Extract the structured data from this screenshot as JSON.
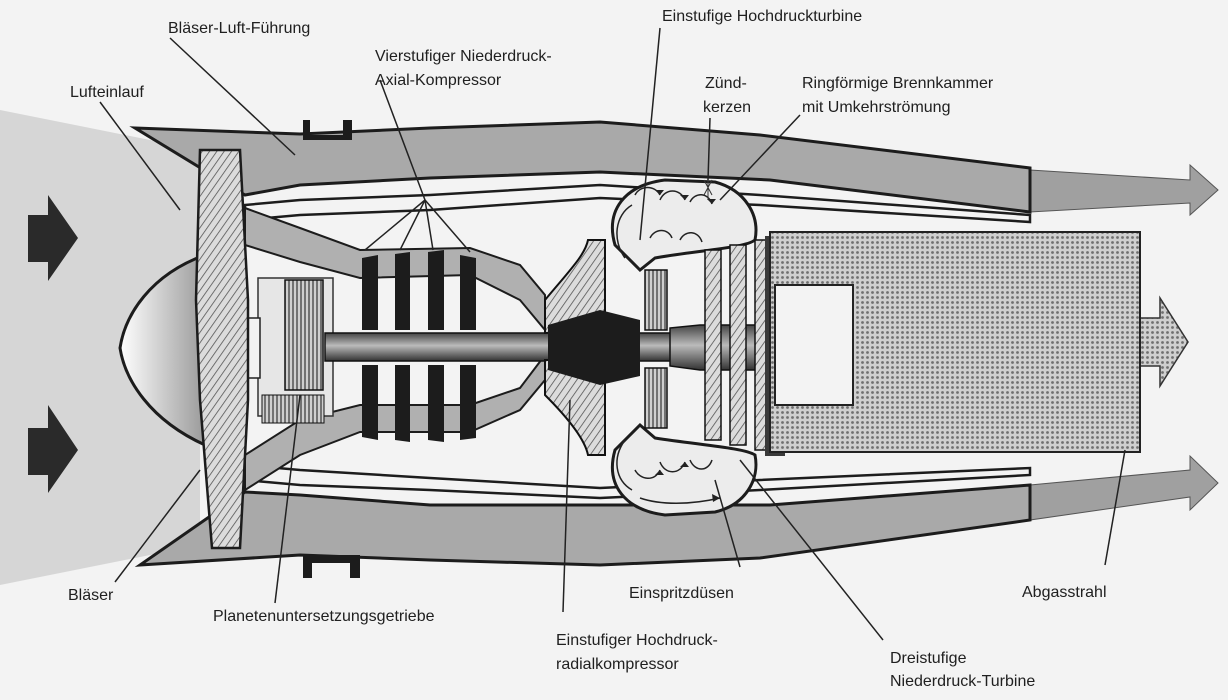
{
  "labels": {
    "fan_air_duct": "Bläser-Luft-Führung",
    "lp_compressor_line1": "Vierstufiger Niederdruck-",
    "lp_compressor_line2": "Axial-Kompressor",
    "hp_turbine": "Einstufige Hochdruckturbine",
    "igniters_line1": "Zünd-",
    "igniters_line2": "kerzen",
    "combustor_line1": "Ringförmige Brennkammer",
    "combustor_line2": "mit Umkehrströmung",
    "air_intake": "Lufteinlauf",
    "fan": "Bläser",
    "planetary_gearbox": "Planetenuntersetzungsgetriebe",
    "fuel_nozzles": "Einspritzdüsen",
    "exhaust_jet": "Abgasstrahl",
    "hp_radial_compressor_line1": "Einstufiger Hochdruck-",
    "hp_radial_compressor_line2": "radialkompressor",
    "lp_turbine_line1": "Dreistufige",
    "lp_turbine_line2": "Niederdruck-Turbine"
  },
  "colors": {
    "background": "#f3f3f3",
    "duct_gray": "#a9a9a9",
    "dark_metal": "#1c1c1c",
    "inlet_shade": "#d6d6d6",
    "exhaust_dots": "#8f8f8f",
    "line": "#222222"
  }
}
